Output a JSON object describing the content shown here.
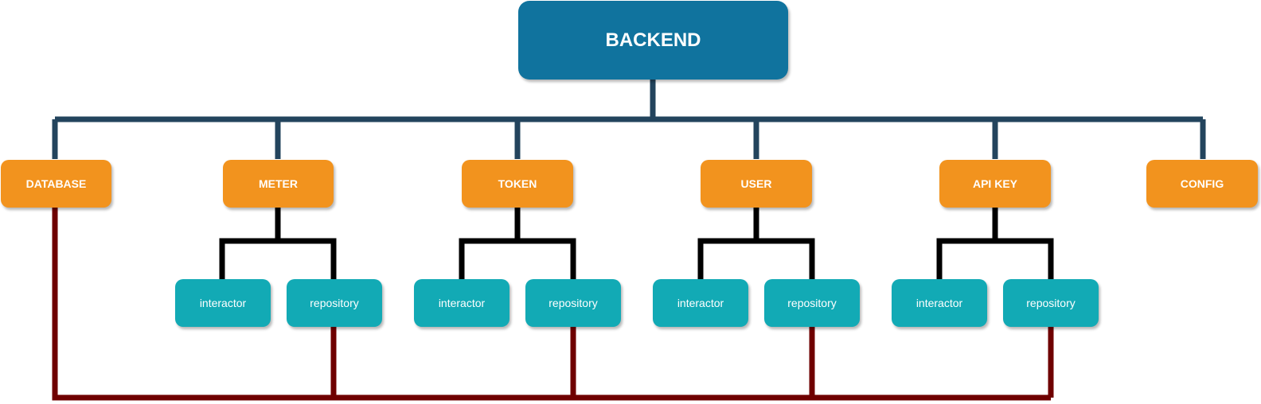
{
  "root": {
    "label": "BACKEND"
  },
  "modules": [
    {
      "id": "database",
      "label": "DATABASE"
    },
    {
      "id": "meter",
      "label": "METER",
      "children": [
        "interactor",
        "repository"
      ]
    },
    {
      "id": "token",
      "label": "TOKEN",
      "children": [
        "interactor",
        "repository"
      ]
    },
    {
      "id": "user",
      "label": "USER",
      "children": [
        "interactor",
        "repository"
      ]
    },
    {
      "id": "apikey",
      "label": "API KEY",
      "children": [
        "interactor",
        "repository"
      ]
    },
    {
      "id": "config",
      "label": "CONFIG"
    }
  ],
  "colors": {
    "root_fill": "#10739e",
    "module_fill": "#f2931e",
    "layer_fill": "#12aab5",
    "root_link": "#23445d",
    "module_link": "#000000",
    "database_link": "#6f0000"
  }
}
